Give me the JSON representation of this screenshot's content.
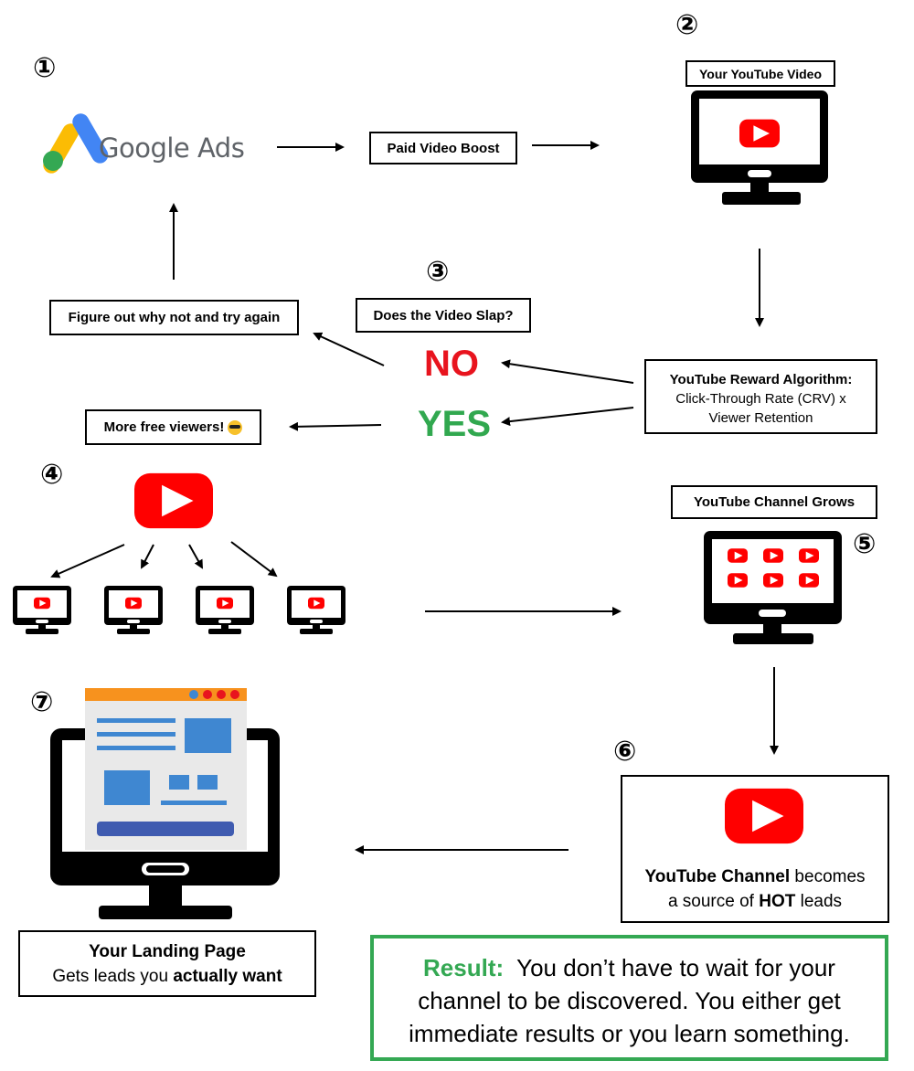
{
  "title": "",
  "steps": {
    "s1": "①",
    "s2": "②",
    "s3": "③",
    "s4": "④",
    "s5": "⑤",
    "s6": "⑥",
    "s7": "⑦"
  },
  "google_ads": {
    "logo_text": "Google Ads"
  },
  "paid_boost": "Paid Video Boost",
  "your_video": "Your YouTube Video",
  "figure_out": "Figure out why not and try again",
  "slap_question": "Does the Video Slap?",
  "no": "NO",
  "yes": "YES",
  "more_viewers": "More free viewers!",
  "algorithm": {
    "title": "YouTube Reward Algorithm:",
    "line1": "Click-Through Rate (CRV) x",
    "line2": "Viewer Retention"
  },
  "channel_grows": "YouTube Channel Grows",
  "six": {
    "bold1": "YouTube Channel",
    "text1": " becomes",
    "text2a": "a source of ",
    "bold2": "HOT",
    "text2b": " leads"
  },
  "landing": {
    "title": "Your Landing Page",
    "text": "Gets leads you ",
    "bold": "actually want"
  },
  "result": {
    "label": "Result:",
    "text1": "  You don’t have to wait for your",
    "text2": "channel to be discovered. You either get",
    "text3": "immediate results or you learn something."
  },
  "icons": {
    "youtube": "youtube-play-icon",
    "monitor": "monitor-icon",
    "google_ads": "google-ads-logo",
    "emoji": "sunglasses-emoji-icon"
  },
  "colors": {
    "youtube_red": "#ff0000",
    "no_red": "#e8141e",
    "yes_green": "#31a84f",
    "result_green": "#34a853",
    "ga_blue": "#4285f4",
    "ga_yellow": "#fbbc04",
    "ga_green": "#34a853",
    "landing_orange": "#f7921e",
    "landing_blue": "#3f87d1"
  }
}
